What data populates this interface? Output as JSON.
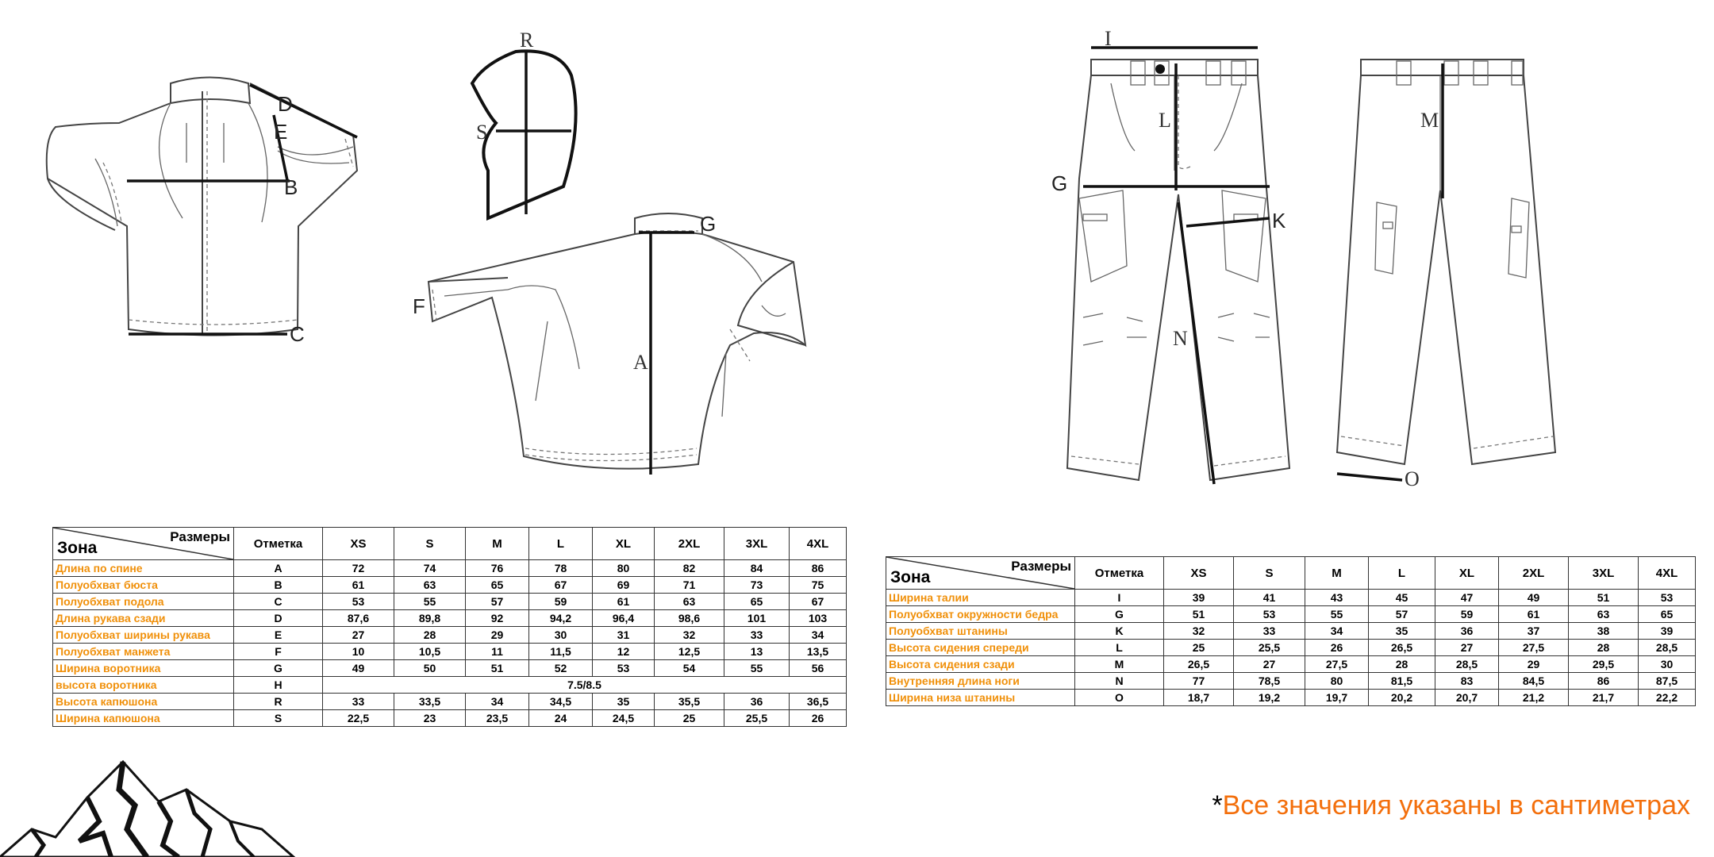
{
  "jacket_labels": {
    "a": "A",
    "b": "B",
    "c": "C",
    "d": "D",
    "e": "E",
    "f": "F",
    "g": "G",
    "r": "R",
    "s": "S"
  },
  "pants_labels": {
    "i": "I",
    "g": "G",
    "k": "K",
    "l": "L",
    "m": "M",
    "n": "N",
    "o": "O"
  },
  "jacket_table": {
    "corner_top": "Размеры",
    "corner_bottom": "Зона",
    "mark_header": "Отметка",
    "sizes": [
      "XS",
      "S",
      "M",
      "L",
      "XL",
      "2XL",
      "3XL",
      "4XL"
    ],
    "rows": [
      {
        "zone": "Длина по спине",
        "mark": "A",
        "values": [
          "72",
          "74",
          "76",
          "78",
          "80",
          "82",
          "84",
          "86"
        ]
      },
      {
        "zone": "Полуобхват бюста",
        "mark": "B",
        "values": [
          "61",
          "63",
          "65",
          "67",
          "69",
          "71",
          "73",
          "75"
        ]
      },
      {
        "zone": "Полуобхват подола",
        "mark": "C",
        "values": [
          "53",
          "55",
          "57",
          "59",
          "61",
          "63",
          "65",
          "67"
        ]
      },
      {
        "zone": "Длина рукава сзади",
        "mark": "D",
        "values": [
          "87,6",
          "89,8",
          "92",
          "94,2",
          "96,4",
          "98,6",
          "101",
          "103"
        ]
      },
      {
        "zone": "Полуобхват ширины рукава",
        "mark": "E",
        "values": [
          "27",
          "28",
          "29",
          "30",
          "31",
          "32",
          "33",
          "34"
        ]
      },
      {
        "zone": "Полуобхват манжета",
        "mark": "F",
        "values": [
          "10",
          "10,5",
          "11",
          "11,5",
          "12",
          "12,5",
          "13",
          "13,5"
        ]
      },
      {
        "zone": "Ширина воротника",
        "mark": "G",
        "values": [
          "49",
          "50",
          "51",
          "52",
          "53",
          "54",
          "55",
          "56"
        ]
      },
      {
        "zone": "высота воротника",
        "mark": "H",
        "merged": "7.5/8.5"
      },
      {
        "zone": "Высота капюшона",
        "mark": "R",
        "values": [
          "33",
          "33,5",
          "34",
          "34,5",
          "35",
          "35,5",
          "36",
          "36,5"
        ]
      },
      {
        "zone": "Ширина капюшона",
        "mark": "S",
        "values": [
          "22,5",
          "23",
          "23,5",
          "24",
          "24,5",
          "25",
          "25,5",
          "26"
        ]
      }
    ]
  },
  "pants_table": {
    "corner_top": "Размеры",
    "corner_bottom": "Зона",
    "mark_header": "Отметка",
    "sizes": [
      "XS",
      "S",
      "M",
      "L",
      "XL",
      "2XL",
      "3XL",
      "4XL"
    ],
    "rows": [
      {
        "zone": "Ширина талии",
        "mark": "I",
        "values": [
          "39",
          "41",
          "43",
          "45",
          "47",
          "49",
          "51",
          "53"
        ]
      },
      {
        "zone": "Полуобхват окружности бедра",
        "mark": "G",
        "values": [
          "51",
          "53",
          "55",
          "57",
          "59",
          "61",
          "63",
          "65"
        ]
      },
      {
        "zone": "Полуобхват штанины",
        "mark": "K",
        "values": [
          "32",
          "33",
          "34",
          "35",
          "36",
          "37",
          "38",
          "39"
        ]
      },
      {
        "zone": "Высота сидения спереди",
        "mark": "L",
        "values": [
          "25",
          "25,5",
          "26",
          "26,5",
          "27",
          "27,5",
          "28",
          "28,5"
        ]
      },
      {
        "zone": "Высота сидения сзади",
        "mark": "M",
        "values": [
          "26,5",
          "27",
          "27,5",
          "28",
          "28,5",
          "29",
          "29,5",
          "30"
        ]
      },
      {
        "zone": "Внутренняя длина ноги",
        "mark": "N",
        "values": [
          "77",
          "78,5",
          "80",
          "81,5",
          "83",
          "84,5",
          "86",
          "87,5"
        ]
      },
      {
        "zone": "Ширина низа штанины",
        "mark": "O",
        "values": [
          "18,7",
          "19,2",
          "19,7",
          "20,2",
          "20,7",
          "21,2",
          "21,7",
          "22,2"
        ]
      }
    ]
  },
  "footnote": {
    "star": "*",
    "text": "Все значения указаны в сантиметрах"
  }
}
